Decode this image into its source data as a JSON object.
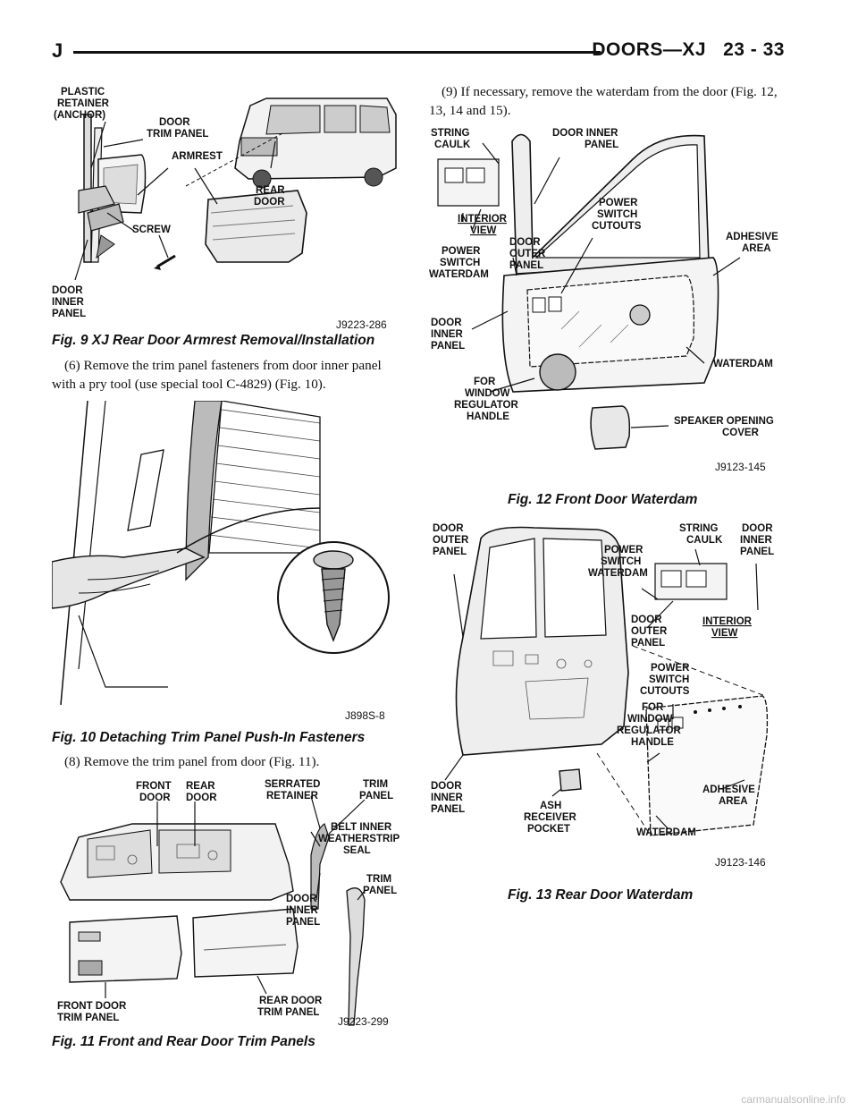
{
  "header": {
    "letter": "J",
    "section": "DOORS—XJ",
    "page": "23 - 33"
  },
  "fig9": {
    "caption": "Fig. 9 XJ Rear Door Armrest Removal/Installation",
    "code": "J9223-286",
    "labels": {
      "plastic1": "PLASTIC",
      "plastic2": "RETAINER",
      "plastic3": "(ANCHOR)",
      "trim1": "DOOR",
      "trim2": "TRIM PANEL",
      "armrest": "ARMREST",
      "rear1": "REAR",
      "rear2": "DOOR",
      "screw": "SCREW",
      "inner1": "DOOR",
      "inner2": "INNER",
      "inner3": "PANEL"
    }
  },
  "step6": "(6) Remove the trim panel fasteners from door inner panel with a pry tool (use special tool C-4829) (Fig. 10).",
  "fig10": {
    "caption": "Fig. 10 Detaching Trim Panel Push-In Fasteners",
    "code": "J898S-8"
  },
  "step8": "(8) Remove the trim panel from door (Fig. 11).",
  "fig11": {
    "caption": "Fig. 11 Front and Rear Door Trim Panels",
    "code": "J9223-299",
    "labels": {
      "front1": "FRONT",
      "front2": "DOOR",
      "rear1": "REAR",
      "rear2": "DOOR",
      "serr1": "SERRATED",
      "serr2": "RETAINER",
      "trimA1": "TRIM",
      "trimA2": "PANEL",
      "belt1": "BELT INNER",
      "belt2": "WEATHERSTRIP",
      "belt3": "SEAL",
      "trimB1": "TRIM",
      "trimB2": "PANEL",
      "inner1": "DOOR",
      "inner2": "INNER",
      "inner3": "PANEL",
      "fdt1": "FRONT DOOR",
      "fdt2": "TRIM PANEL",
      "rdt1": "REAR DOOR",
      "rdt2": "TRIM PANEL"
    }
  },
  "step9": "(9) If necessary, remove the waterdam from the door (Fig. 12, 13, 14 and 15).",
  "fig12": {
    "caption": "Fig. 12 Front Door Waterdam",
    "code": "J9123-145",
    "labels": {
      "string1": "STRING",
      "string2": "CAULK",
      "dip1": "DOOR INNER",
      "dip2": "PANEL",
      "pwr1": "POWER",
      "pwr2": "SWITCH",
      "pwr3": "CUTOUTS",
      "int1": "INTERIOR",
      "int2": "VIEW",
      "adh1": "ADHESIVE",
      "adh2": "AREA",
      "psw1": "POWER",
      "psw2": "SWITCH",
      "psw3": "WATERDAM",
      "dop1": "DOOR",
      "dop2": "OUTER",
      "dop3": "PANEL",
      "din1": "DOOR",
      "din2": "INNER",
      "din3": "PANEL",
      "waterdam": "WATERDAM",
      "for1": "FOR",
      "for2": "WINDOW",
      "for3": "REGULATOR",
      "for4": "HANDLE",
      "spk1": "SPEAKER OPENING",
      "spk2": "COVER"
    }
  },
  "fig13": {
    "caption": "Fig. 13 Rear Door Waterdam",
    "code": "J9123-146",
    "labels": {
      "dop1": "DOOR",
      "dop2": "OUTER",
      "dop3": "PANEL",
      "string1": "STRING",
      "string2": "CAULK",
      "dip1": "DOOR",
      "dip2": "INNER",
      "dip3": "PANEL",
      "psw1": "POWER",
      "psw2": "SWITCH",
      "psw3": "WATERDAM",
      "dop4": "DOOR",
      "dop5": "OUTER",
      "dop6": "PANEL",
      "int1": "INTERIOR",
      "int2": "VIEW",
      "pwr1": "POWER",
      "pwr2": "SWITCH",
      "pwr3": "CUTOUTS",
      "for1": "FOR",
      "for2": "WINDOW",
      "for3": "REGULATOR",
      "for4": "HANDLE",
      "din1": "DOOR",
      "din2": "INNER",
      "din3": "PANEL",
      "adh1": "ADHESIVE",
      "adh2": "AREA",
      "ash1": "ASH",
      "ash2": "RECEIVER",
      "ash3": "POCKET",
      "waterdam": "WATERDAM"
    }
  },
  "watermark": "carmanualsonline.info"
}
